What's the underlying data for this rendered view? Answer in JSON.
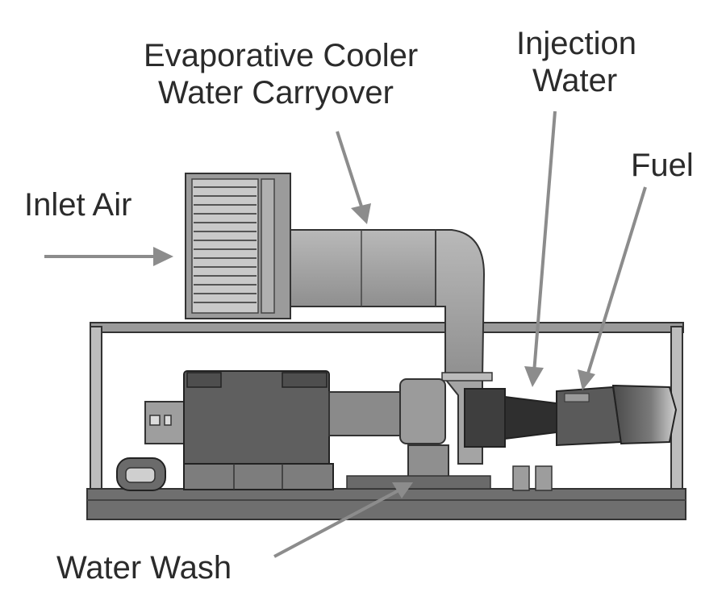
{
  "labels": {
    "evaporative_cooler": [
      "Evaporative Cooler",
      "Water Carryover"
    ],
    "injection_water": [
      "Injection",
      "Water"
    ],
    "fuel": "Fuel",
    "inlet_air": "Inlet Air",
    "water_wash": "Water Wash"
  },
  "colors": {
    "line": "#333333",
    "arrow": "#8c8c8c",
    "panel": "#8a8a8a",
    "panel_dark": "#5e5e5e",
    "duct": "#a9a9a9",
    "frame": "#7a7a7a"
  }
}
